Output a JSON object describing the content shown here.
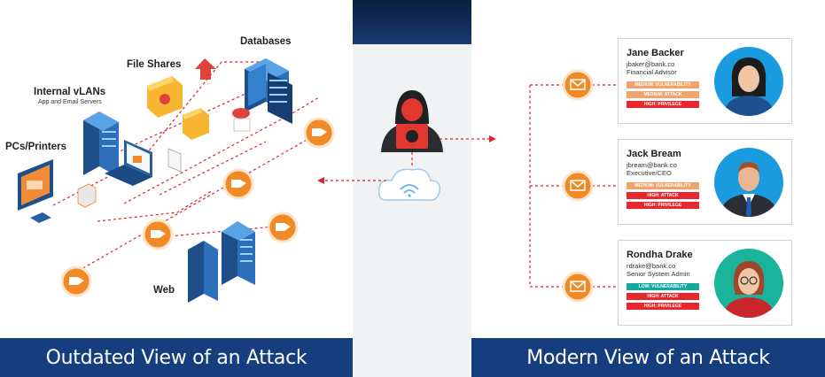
{
  "left": {
    "footer_title": "Outdated View of an Attack",
    "labels": {
      "databases": "Databases",
      "file_shares": "File Shares",
      "internal_vlans": "Internal vLANs",
      "internal_vlans_sub": "App and Email Servers",
      "pcs_printers": "PCs/Printers",
      "web": "Web"
    }
  },
  "right": {
    "footer_title": "Modern View of an Attack",
    "users": [
      {
        "name": "Jane Backer",
        "email": "jbaker@bank.co",
        "role": "Financial Advisor",
        "bars": [
          {
            "text": "MEDIUM: VULNERABILITY",
            "color": "#f0a36a"
          },
          {
            "text": "MEDIUM: ATTACK",
            "color": "#f0a36a"
          },
          {
            "text": "HIGH: PRIVILEGE",
            "color": "#e8262b"
          }
        ],
        "avatar_bg": "#1a9be0"
      },
      {
        "name": "Jack Bream",
        "email": "jbream@bank.co",
        "role": "Executive/CEO",
        "bars": [
          {
            "text": "MEDIUM: VULNERABILITY",
            "color": "#f0a36a"
          },
          {
            "text": "HIGH: ATTACK",
            "color": "#e8262b"
          },
          {
            "text": "HIGH: PRIVILEGE",
            "color": "#e8262b"
          }
        ],
        "avatar_bg": "#1a9be0"
      },
      {
        "name": "Rondha Drake",
        "email": "rdrake@bank.co",
        "role": "Senior System Admin",
        "bars": [
          {
            "text": "LOW: VULNERABILITY",
            "color": "#14a9a0"
          },
          {
            "text": "HIGH: ATTACK",
            "color": "#e8262b"
          },
          {
            "text": "HIGH: PRIVILEGE",
            "color": "#e8262b"
          }
        ],
        "avatar_bg": "#1ab49a"
      }
    ]
  },
  "colors": {
    "accent_orange": "#f08a26",
    "footer_blue": "#163e7e",
    "dashed_red": "#d9252b"
  }
}
